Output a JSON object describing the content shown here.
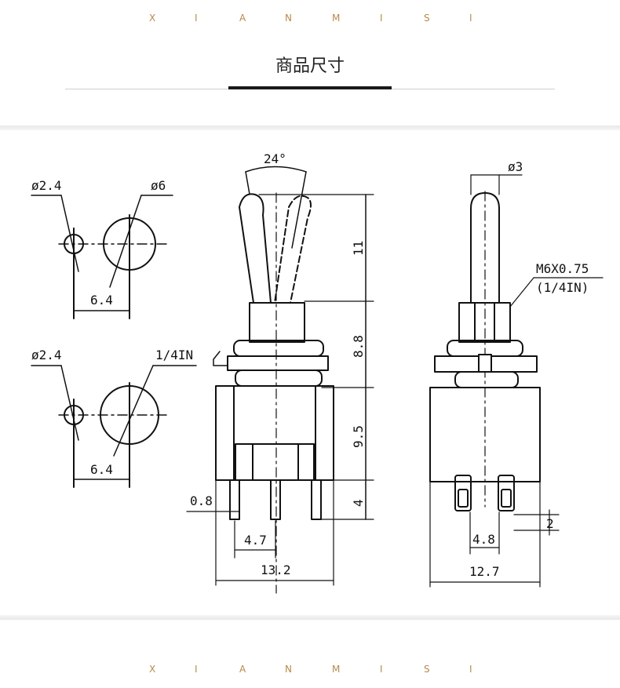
{
  "brand": {
    "letters": [
      "X",
      "I",
      "A",
      "N",
      "M",
      "I",
      "S",
      "I"
    ]
  },
  "header": {
    "title": "商品尺寸"
  },
  "drawing": {
    "hole_a": {
      "small_dia": "ø2.4",
      "large_dia": "ø6",
      "spacing": "6.4"
    },
    "hole_b": {
      "small_dia": "ø2.4",
      "large_dia": "1/4IN",
      "spacing": "6.4"
    },
    "front": {
      "angle": "24°",
      "lever_height": "11",
      "bushing_height": "8.8",
      "body_height": "9.5",
      "terminal_length": "4",
      "terminal_width": "0.8",
      "terminal_pitch": "4.7",
      "body_width": "13.2"
    },
    "side": {
      "lever_dia": "ø3",
      "thread": "M6X0.75",
      "thread_in": "(1/4IN)",
      "terminal_gap": "2",
      "terminal_pitch": "4.8",
      "body_depth": "12.7"
    }
  },
  "colors": {
    "accent": "#b88a4a",
    "line": "#111111"
  }
}
